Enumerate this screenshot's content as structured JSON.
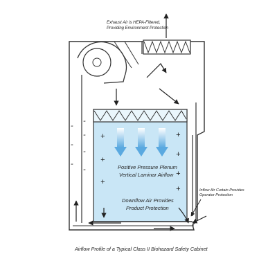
{
  "labels": {
    "exhaust_line1": "Exhaust Air is HEPA-Filtered,",
    "exhaust_line2": "Providing Environment Protection",
    "plenum_line1": "Positive Pressure Plenum",
    "plenum_line2": "Vertical Laminar Airflow",
    "downflow_line1": "Downflow Air Provides",
    "downflow_line2": "Product Protection",
    "inflow_line1": "Inflow Air Curtain Provides",
    "inflow_line2": "Operator Protection",
    "caption": "Airflow Profile of a Typical Class II Biohazard Safety Cabinet"
  },
  "symbols": {
    "negative": "-",
    "positive": "+"
  },
  "colors": {
    "work_zone_fill": "#c9e6f6",
    "arrow_blue": "#5aa9e0",
    "line": "#333333"
  }
}
